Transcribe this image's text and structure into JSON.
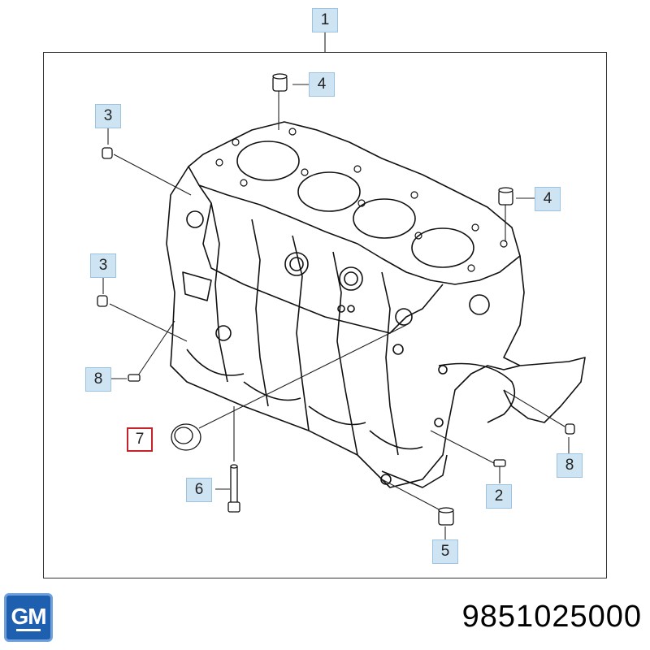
{
  "callouts": {
    "c1": "1",
    "c2": "2",
    "c3a": "3",
    "c3b": "3",
    "c4a": "4",
    "c4b": "4",
    "c5": "5",
    "c6": "6",
    "c7": "7",
    "c8a": "8",
    "c8b": "8"
  },
  "highlight_color": "#c4232b",
  "callout_color": "#cfe4f3",
  "brand": {
    "logo_text": "GM",
    "logo_color": "#1f5fb0"
  },
  "part_number": "9851025000",
  "icons": [
    "engine-block-drawing",
    "gm-logo"
  ]
}
